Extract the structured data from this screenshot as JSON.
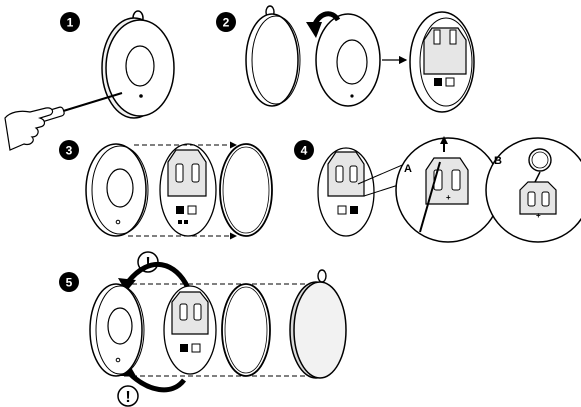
{
  "diagram": {
    "steps": [
      {
        "number": "1"
      },
      {
        "number": "2"
      },
      {
        "number": "3"
      },
      {
        "number": "4",
        "callouts": [
          "A",
          "B"
        ]
      },
      {
        "number": "5",
        "warnings": [
          "!",
          "!"
        ]
      }
    ],
    "battery_polarity": "+",
    "colors": {
      "ink": "#000000",
      "paper": "#ffffff",
      "shade": "#d9d9d9"
    }
  }
}
